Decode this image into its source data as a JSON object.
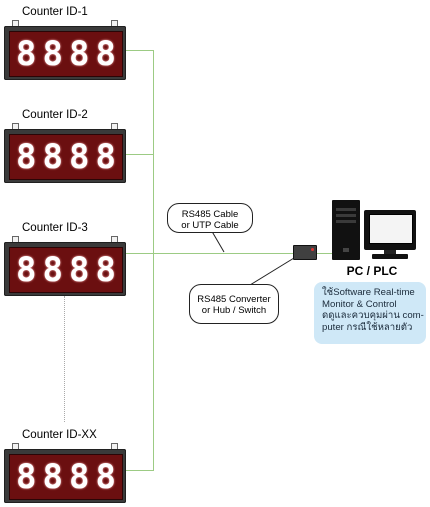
{
  "counters": [
    {
      "label": "Counter ID-1",
      "digits": [
        "8",
        "8",
        "8",
        "8"
      ]
    },
    {
      "label": "Counter ID-2",
      "digits": [
        "8",
        "8",
        "8",
        "8"
      ]
    },
    {
      "label": "Counter ID-3",
      "digits": [
        "8",
        "8",
        "8",
        "8"
      ]
    },
    {
      "label": "Counter ID-XX",
      "digits": [
        "8",
        "8",
        "8",
        "8"
      ]
    }
  ],
  "cable_callout": {
    "line1": "RS485 Cable",
    "line2": "or UTP Cable"
  },
  "converter_callout": {
    "line1": "RS485 Converter",
    "line2": "or Hub / Switch"
  },
  "pc_label": "PC / PLC",
  "software_box": {
    "line1": "ใช้Software Real-time",
    "line2": "Monitor & Control",
    "line3": "ดดูและควบคุมผ่าน com-",
    "line4": "puter กรณีใช้หลายตัว"
  },
  "colors": {
    "line": "#9ccb84",
    "display_red": "#6b0f10",
    "info_bg": "#cfe8f7"
  }
}
